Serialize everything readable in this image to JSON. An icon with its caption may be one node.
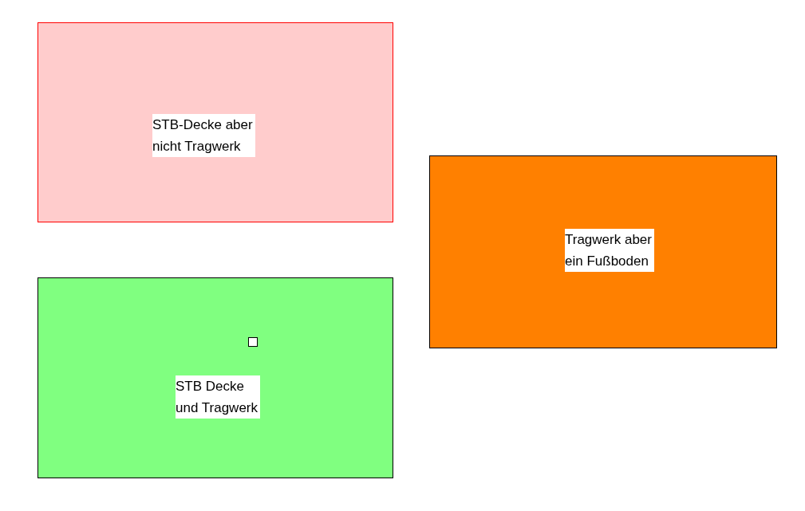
{
  "diagram": {
    "nodes": [
      {
        "text": [
          "STB-Decke aber nicht Tragwerk"
        ]
      },
      {
        "text": [
          "Tragwerk aber ein Fußboden"
        ]
      },
      {
        "text": [
          "STB Decke und Tragwerk"
        ]
      },
      {
        "text": [],
        "shape": "box",
        "in": 2
      }
    ]
  }
}
